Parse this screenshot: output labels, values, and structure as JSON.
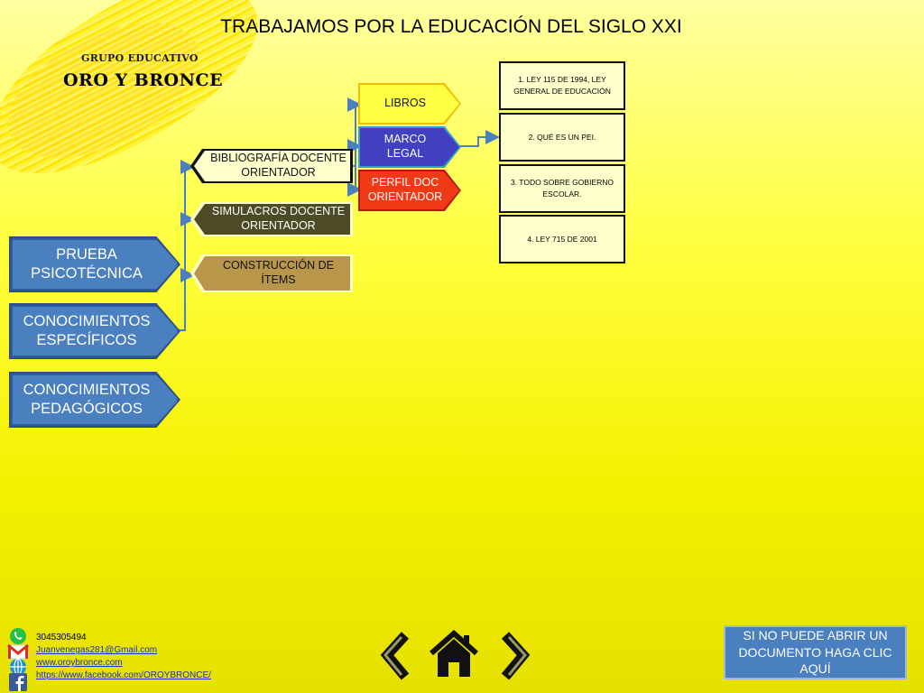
{
  "header": {
    "title": "TRABAJAMOS POR LA EDUCACIÓN DEL SIGLO XXI",
    "group_sub": "GRUPO EDUCATIVO",
    "group_name": "ORO Y BRONCE"
  },
  "left_menu": [
    {
      "label_line1": "PRUEBA",
      "label_line2": "PSICOTÉCNICA"
    },
    {
      "label_line1": "CONOCIMIENTOS",
      "label_line2": "ESPECÍFICOS"
    },
    {
      "label_line1": "CONOCIMIENTOS",
      "label_line2": "PEDAGÓGICOS"
    }
  ],
  "sub_menu": [
    {
      "label_line1": "BIBLIOGRAFÍA DOCENTE",
      "label_line2": "ORIENTADOR"
    },
    {
      "label_line1": "SIMULACROS DOCENTE",
      "label_line2": "ORIENTADOR"
    },
    {
      "label_line1": "CONSTRUCCIÓN DE",
      "label_line2": "ÍTEMS"
    }
  ],
  "mid_menu": [
    {
      "label_line1": "LIBROS",
      "label_line2": ""
    },
    {
      "label_line1": "MARCO",
      "label_line2": "LEGAL"
    },
    {
      "label_line1": "PERFIL DOC",
      "label_line2": "ORIENTADOR"
    }
  ],
  "documents": [
    {
      "line1": "1. LEY 115 DE 1994, LEY",
      "line2": "GENERAL DE EDUCACIÓN"
    },
    {
      "line1": "2. QUÉ ES UN PEI.",
      "line2": ""
    },
    {
      "line1": "3. TODO SOBRE GOBIERNO",
      "line2": "ESCOLAR."
    },
    {
      "line1": "4. LEY 715 DE 2001",
      "line2": ""
    }
  ],
  "contact": {
    "phone": "3045305494",
    "email": "Juanvenegas281@Gmail.com",
    "website": "www.oroybronce.com",
    "facebook": "https://www.facebook.com/OROYBRONCE/"
  },
  "cta": {
    "line1": "SI NO PUEDE ABRIR UN",
    "line2": "DOCUMENTO HAGA CLIC",
    "line3": "AQUÍ"
  },
  "colors": {
    "blue": "#4a7fc0",
    "olive": "#4d4a26",
    "tan": "#b8974a",
    "yellow_box": "#ffff44",
    "purple": "#4040c0",
    "red": "#f03a16"
  },
  "icons": [
    "whatsapp-icon",
    "gmail-icon",
    "globe-icon",
    "facebook-icon",
    "back-arrow-icon",
    "home-icon",
    "forward-arrow-icon"
  ]
}
